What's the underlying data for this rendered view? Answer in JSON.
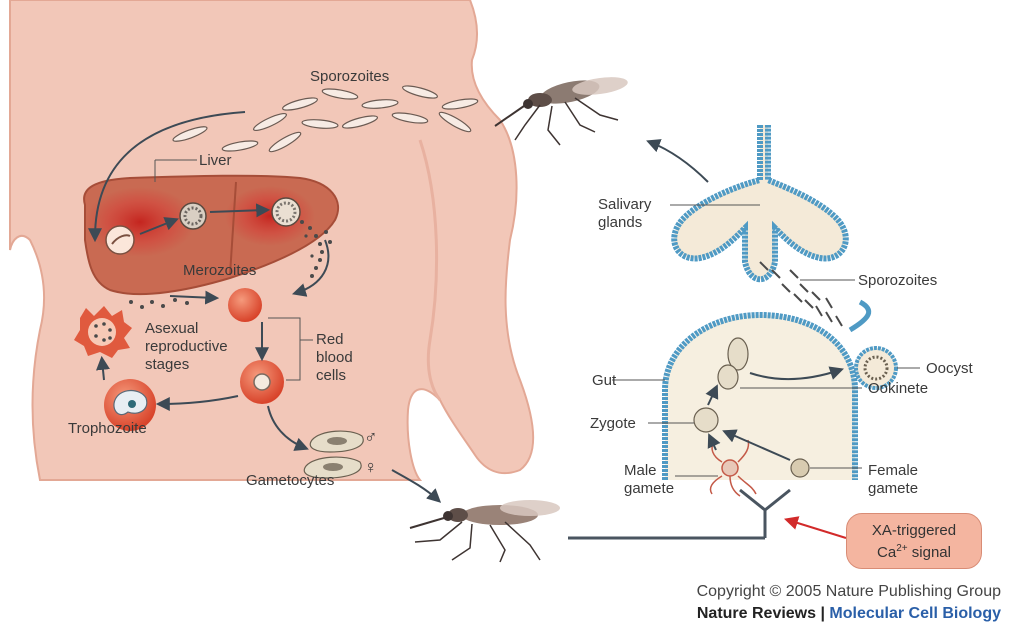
{
  "labels": {
    "sporozoites_human": "Sporozoites",
    "liver": "Liver",
    "merozoites": "Merozoites",
    "asexual_stages": "Asexual reproductive stages",
    "red_blood_cells": "Red blood cells",
    "trophozoite": "Trophozoite",
    "gametocytes": "Gametocytes",
    "male_symbol": "♂",
    "female_symbol": "♀",
    "salivary_glands": "Salivary glands",
    "sporozoites_mosquito": "Sporozoites",
    "oocyst": "Oocyst",
    "gut": "Gut",
    "ookinete": "Ookinete",
    "zygote": "Zygote",
    "male_gamete": "Male gamete",
    "female_gamete": "Female gamete",
    "xa_signal_line1": "XA-triggered",
    "xa_signal_line2": "Ca2+ signal"
  },
  "credit": {
    "copyright": "Copyright © 2005 Nature Publishing Group",
    "publisher": "Nature Reviews",
    "separator": " | ",
    "journal": "Molecular Cell Biology"
  },
  "colors": {
    "skin": "#f2c7b8",
    "skin_edge": "#e3a895",
    "liver": "#c96a52",
    "infection": "#c4211c",
    "rbc": "#e45a3c",
    "gland": "#d7eaf4",
    "gland_edge": "#4f9ac4",
    "gut_fill": "#f6efe0",
    "xa_box": "#f4b5a0",
    "journal_blue": "#2a5fa8"
  }
}
